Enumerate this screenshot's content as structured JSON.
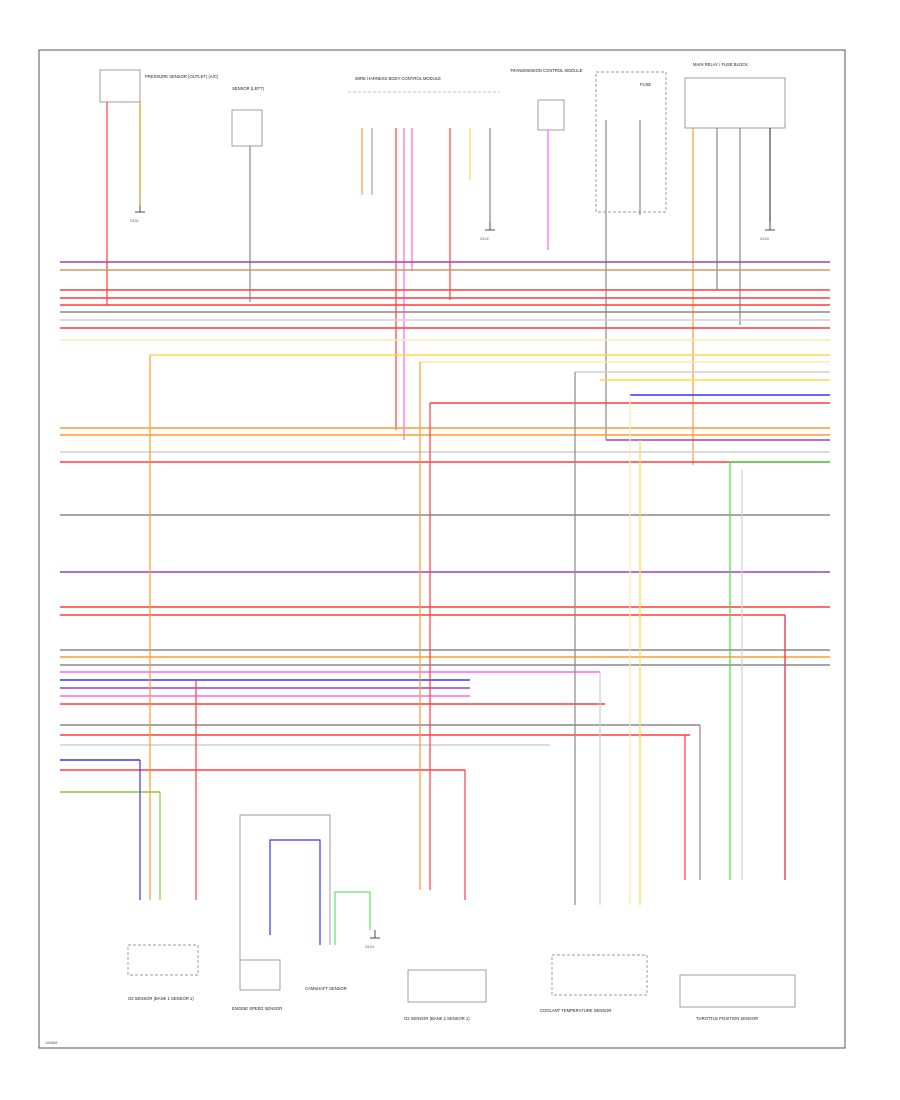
{
  "diagram": {
    "footer_code": "1A9868",
    "top_components": [
      {
        "name": "pressure-sensor",
        "label": "PRESSURE SENSOR (OUTLET) (A/C)"
      },
      {
        "name": "sensor-left",
        "label": "SENSOR (LEFT)"
      },
      {
        "name": "wire-header",
        "label": "WIRE HARNESS BODY CONTROL MODULE"
      },
      {
        "name": "transmission",
        "label": "TRANSMISSION CONTROL MODULE"
      },
      {
        "name": "fuse",
        "label": "FUSE"
      },
      {
        "name": "relay-block",
        "label": "MAIN RELAY / FUSE BLOCK"
      }
    ],
    "bottom_components": [
      {
        "name": "sensor-a",
        "label": "O2 SENSOR (BANK 1 SENSOR 1)"
      },
      {
        "name": "sensor-b",
        "label": "ENGINE SPEED SENSOR"
      },
      {
        "name": "sensor-c",
        "label": "CAMSHAFT SENSOR"
      },
      {
        "name": "sensor-d",
        "label": "O2 SENSOR (BANK 2 SENSOR 1)"
      },
      {
        "name": "sensor-e",
        "label": "COOLANT TEMPERATURE SENSOR"
      },
      {
        "name": "sensor-f",
        "label": "THROTTLE POSITION SENSOR"
      }
    ],
    "ground_labels": [
      "G101",
      "G102",
      "G103",
      "G104"
    ],
    "wire_colors": {
      "red": "#ff3b3b",
      "orange": "#ff9a2e",
      "violet": "#a040c0",
      "pink": "#ff66ee",
      "blue": "#3535ff",
      "green": "#44dd44",
      "yellow": "#ffd84a",
      "brown": "#9a6a30",
      "gray": "#888888",
      "black": "#222222",
      "lightgray": "#cfcfcf",
      "pale": "#ffe9b0"
    }
  }
}
